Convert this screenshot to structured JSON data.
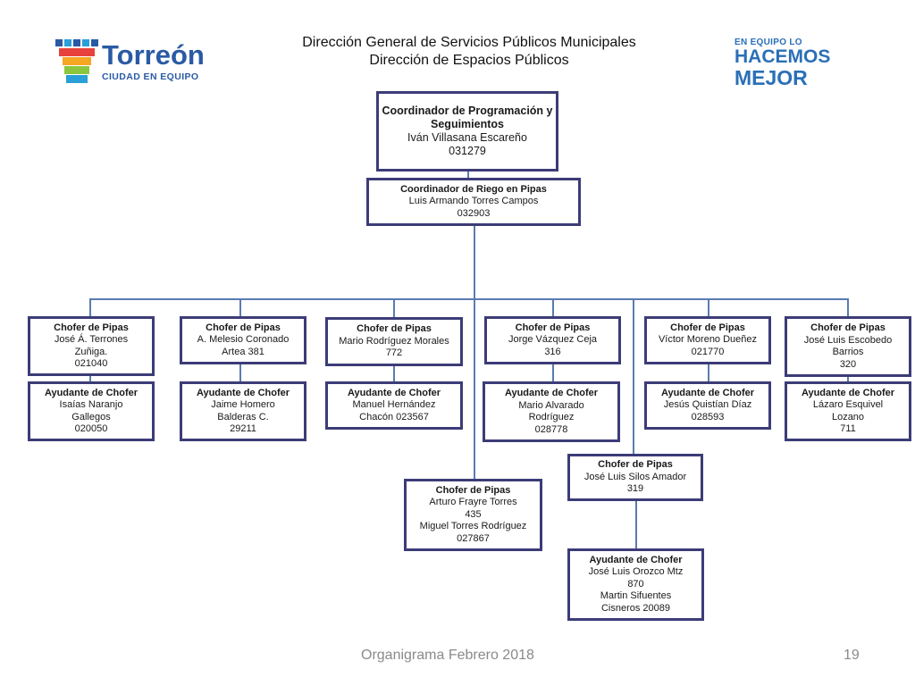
{
  "header": {
    "line1": "Dirección General de Servicios Públicos Municipales",
    "line2": "Dirección  de Espacios Públicos"
  },
  "logos": {
    "left_word": "Torreón",
    "left_sub": "CIUDAD EN EQUIPO",
    "right_l1": "EN EQUIPO LO",
    "right_l2": "HACEMOS",
    "right_l3": "MEJOR",
    "brand_color": "#2a5aa5"
  },
  "colors": {
    "box_border": "#3c3c78",
    "connector": "#5b7bb0"
  },
  "top": {
    "role": "Coordinador de Programación y Seguimientos",
    "name": "Iván Villasana Escareño",
    "id": "031279"
  },
  "riego": {
    "role": "Coordinador de Riego en Pipas",
    "name": "Luis Armando Torres Campos",
    "id": "032903"
  },
  "choferes": [
    {
      "role": "Chofer de Pipas",
      "l1": "José Á. Terrones",
      "l2": "Zuñiga.",
      "l3": "021040"
    },
    {
      "role": "Chofer de Pipas",
      "l1": "A. Melesio Coronado",
      "l2": "Artea  381",
      "l3": ""
    },
    {
      "role": "Chofer de Pipas",
      "l1": "Mario Rodríguez Morales",
      "l2": "772",
      "l3": ""
    },
    {
      "role": "Chofer de Pipas",
      "l1": "Jorge Vázquez Ceja",
      "l2": "316",
      "l3": ""
    },
    {
      "role": "Chofer de Pipas",
      "l1": "Víctor Moreno Dueñez",
      "l2": "021770",
      "l3": ""
    },
    {
      "role": "Chofer de Pipas",
      "l1": "José Luis Escobedo",
      "l2": "Barrios",
      "l3": "320"
    }
  ],
  "ayudantes": [
    {
      "role": "Ayudante de Chofer",
      "l1": "Isaías Naranjo",
      "l2": "Gallegos",
      "l3": "020050"
    },
    {
      "role": "Ayudante de Chofer",
      "l1": "Jaime Homero",
      "l2": "Balderas C.",
      "l3": "29211"
    },
    {
      "role": "Ayudante de Chofer",
      "l1": "Manuel Hernández",
      "l2": "Chacón 023567",
      "l3": ""
    },
    {
      "role": "Ayudante de Chofer",
      "l1": "Mario Alvarado",
      "l2": "Rodríguez",
      "l3": "028778"
    },
    {
      "role": "Ayudante de Chofer",
      "l1": "Jesús Quistían Díaz",
      "l2": "028593",
      "l3": ""
    },
    {
      "role": "Ayudante de Chofer",
      "l1": "Lázaro Esquivel",
      "l2": "Lozano",
      "l3": "711"
    }
  ],
  "arturo": {
    "role": "Chofer de Pipas",
    "l1": "Arturo Frayre Torres",
    "l2": "435",
    "l3": "Miguel Torres Rodríguez",
    "l4": "027867"
  },
  "silos": {
    "role": "Chofer de Pipas",
    "l1": "José Luis Silos Amador",
    "l2": "319"
  },
  "orozco": {
    "role": "Ayudante de Chofer",
    "l1": "José Luis Orozco Mtz",
    "l2": "870",
    "l3": "Martin Sifuentes",
    "l4": "Cisneros   20089"
  },
  "footer": {
    "text": "Organigrama Febrero 2018",
    "page": "19"
  }
}
